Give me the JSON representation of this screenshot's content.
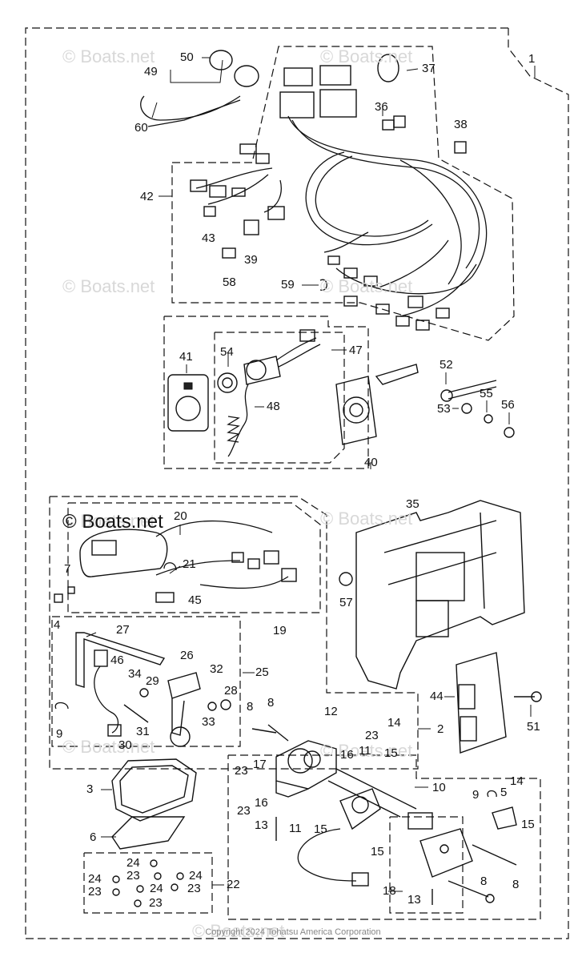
{
  "watermarks": [
    "© Boats.net",
    "© Boats.net",
    "© Boats.net",
    "© Boats.net",
    "© Boats.net",
    "© Boats.net",
    "© Boats.net",
    "© Boats.net",
    "© Boats.net"
  ],
  "brand": "© Boats.net",
  "copyright": "Copyright 2024 Tohatsu America Corporation",
  "callouts": [
    "1",
    "50",
    "49",
    "37",
    "60",
    "36",
    "38",
    "42",
    "43",
    "39",
    "58",
    "59",
    "41",
    "54",
    "47",
    "52",
    "48",
    "55",
    "53",
    "56",
    "40",
    "35",
    "20",
    "21",
    "7",
    "45",
    "4",
    "19",
    "57",
    "27",
    "46",
    "26",
    "34",
    "29",
    "32",
    "25",
    "28",
    "33",
    "9",
    "31",
    "30",
    "8",
    "8",
    "12",
    "14",
    "23",
    "16",
    "11",
    "15",
    "44",
    "51",
    "17",
    "23",
    "16",
    "23",
    "13",
    "11",
    "15",
    "2",
    "10",
    "3",
    "6",
    "15",
    "9",
    "5",
    "14",
    "15",
    "24",
    "23",
    "24",
    "24",
    "23",
    "24",
    "23",
    "23",
    "22",
    "18",
    "13",
    "8",
    "8"
  ]
}
